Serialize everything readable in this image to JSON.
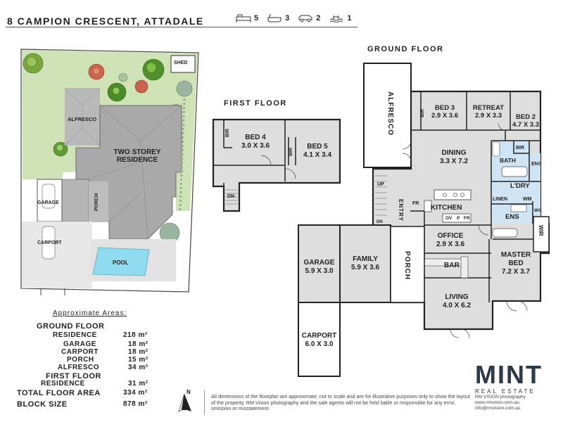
{
  "title": "8 CAMPION CRESCENT, ATTADALE",
  "stats": [
    {
      "icon": "bed-icon",
      "value": "5"
    },
    {
      "icon": "bath-icon",
      "value": "3"
    },
    {
      "icon": "car-icon",
      "value": "2"
    },
    {
      "icon": "pool-icon",
      "value": "1"
    }
  ],
  "floors": {
    "ground": "GROUND FLOOR",
    "first": "FIRST FLOOR"
  },
  "site": {
    "shed": "SHED",
    "alfresco": "ALFRESCO",
    "residence": "TWO STOREY RESIDENCE",
    "garage": "GARAGE",
    "porch": "PORCH",
    "carport": "CARPORT",
    "pool": "POOL"
  },
  "first_floor_rooms": {
    "bed4": {
      "name": "BED 4",
      "dims": "3.0 X 3.6"
    },
    "bed5": {
      "name": "BED 5",
      "dims": "4.1 X 3.4"
    },
    "bir1": "BIR",
    "bir2": "BIR",
    "dn": "DN"
  },
  "ground_floor_rooms": {
    "alfresco": "ALFRESCO",
    "bed3": {
      "name": "BED 3",
      "dims": "2.9 X 3.6"
    },
    "retreat": {
      "name": "RETREAT",
      "dims": "2.9 X 3.3"
    },
    "bed2": {
      "name": "BED 2",
      "dims": "4.7 X 3.3"
    },
    "bir_a": "BIR",
    "bir_b": "BIR",
    "dining": {
      "name": "DINING",
      "dims": "3.3 X 7.2"
    },
    "bath": "BATH",
    "ens1": "ENS",
    "ldry": "L'DRY",
    "linen": "LINEN",
    "wm": "WM",
    "ens2": "ENS",
    "wc": "WC",
    "wir": "WIR",
    "kitchen": "KITCHEN",
    "fr1": "FR",
    "ov": "OV",
    "p": "P",
    "fr2": "FR",
    "up": "UP",
    "dn": "DN",
    "entry": "ENTRY",
    "office": {
      "name": "OFFICE",
      "dims": "2.9 X 3.6"
    },
    "bar": "BAR",
    "master": {
      "name": "MASTER BED",
      "dims": "7.2 X 3.7"
    },
    "living": {
      "name": "LIVING",
      "dims": "4.0 X 6.2"
    },
    "garage": {
      "name": "GARAGE",
      "dims": "5.9 X 3.0"
    },
    "family": {
      "name": "FAMILY",
      "dims": "5.9 X 3.6"
    },
    "porch": "PORCH",
    "carport": {
      "name": "CARPORT",
      "dims": "6.0 X 3.0"
    }
  },
  "areas": {
    "heading": "Approximate Areas:",
    "ground_floor": "GROUND FLOOR",
    "rows": [
      {
        "label": "RESIDENCE",
        "value": "218 m²"
      },
      {
        "label": "GARAGE",
        "value": "18 m²"
      },
      {
        "label": "CARPORT",
        "value": "18 m²"
      },
      {
        "label": "PORCH",
        "value": "15 m²"
      },
      {
        "label": "ALFRESCO",
        "value": "34 m²"
      }
    ],
    "first_floor": "FIRST FLOOR",
    "first_rows": [
      {
        "label": "RESIDENCE",
        "value": "31 m²"
      }
    ],
    "total_label": "TOTAL FLOOR AREA",
    "total_value": "334 m²",
    "block_label": "BLOCK SIZE",
    "block_value": "878 m²"
  },
  "north": "N",
  "disclaimer": "All dimensions of the floorplan are approximate, not to scale and are for illustrative purposes only to show the layout of the property. RM Vision photography and the sale agents will not be held liable or responsible for any error, omission or misstatement.",
  "brand": {
    "logo": "MINT",
    "sub": "REAL ESTATE",
    "credit": "RM VISION photography",
    "site": "www.rmvision.com.au",
    "email": "info@rmvision.com.au"
  },
  "colors": {
    "room_fill": "#dedede",
    "wall": "#222222",
    "lawn": "#cfe3b7",
    "pool": "#8fdcf0",
    "wet_area": "#cfe4f4",
    "roof": "#a8a8a8"
  }
}
